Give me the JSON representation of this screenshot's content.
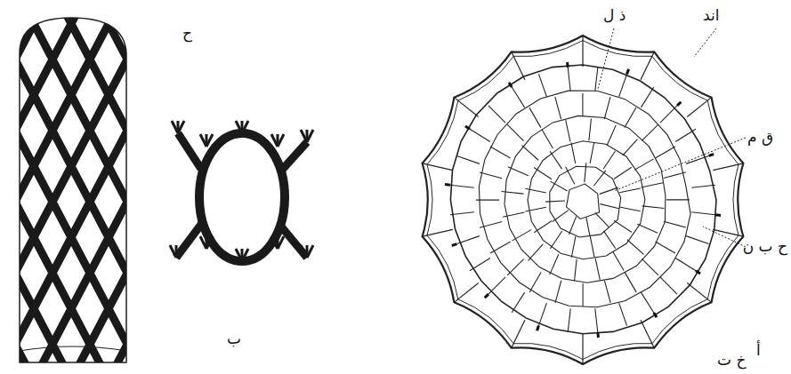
{
  "diagram": {
    "labels": [
      "ذ ل",
      "اند",
      "ق م",
      "ح ب ن",
      "ح",
      "ب",
      "أ",
      "خ ت"
    ]
  }
}
